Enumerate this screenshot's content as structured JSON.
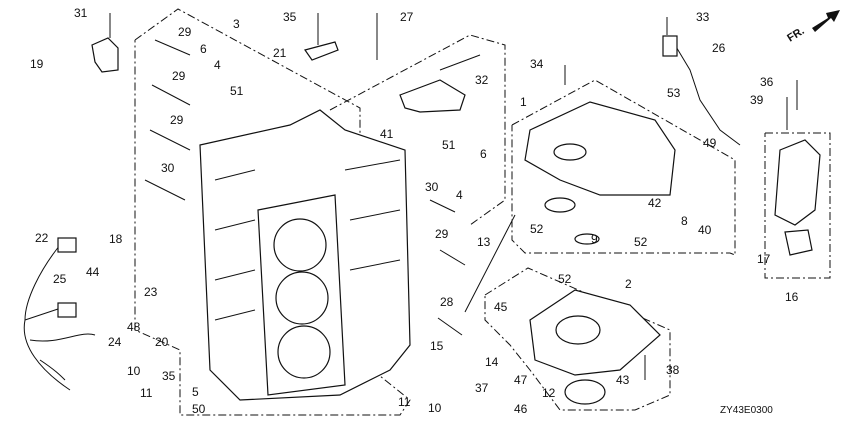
{
  "diagram": {
    "callouts": [
      "31",
      "35",
      "27",
      "3",
      "29",
      "6",
      "4",
      "51",
      "29",
      "21",
      "19",
      "32",
      "34",
      "33",
      "26",
      "1",
      "53",
      "49",
      "36",
      "39",
      "29",
      "41",
      "51",
      "6",
      "4",
      "30",
      "30",
      "42",
      "8",
      "40",
      "52",
      "9",
      "52",
      "13",
      "29",
      "17",
      "16",
      "22",
      "18",
      "25",
      "44",
      "23",
      "48",
      "24",
      "20",
      "35",
      "10",
      "11",
      "5",
      "50",
      "28",
      "52",
      "2",
      "45",
      "15",
      "14",
      "37",
      "47",
      "12",
      "46",
      "43",
      "38",
      "11",
      "10"
    ],
    "drawing_code": "ZY43E0300",
    "direction_label": "FR."
  }
}
